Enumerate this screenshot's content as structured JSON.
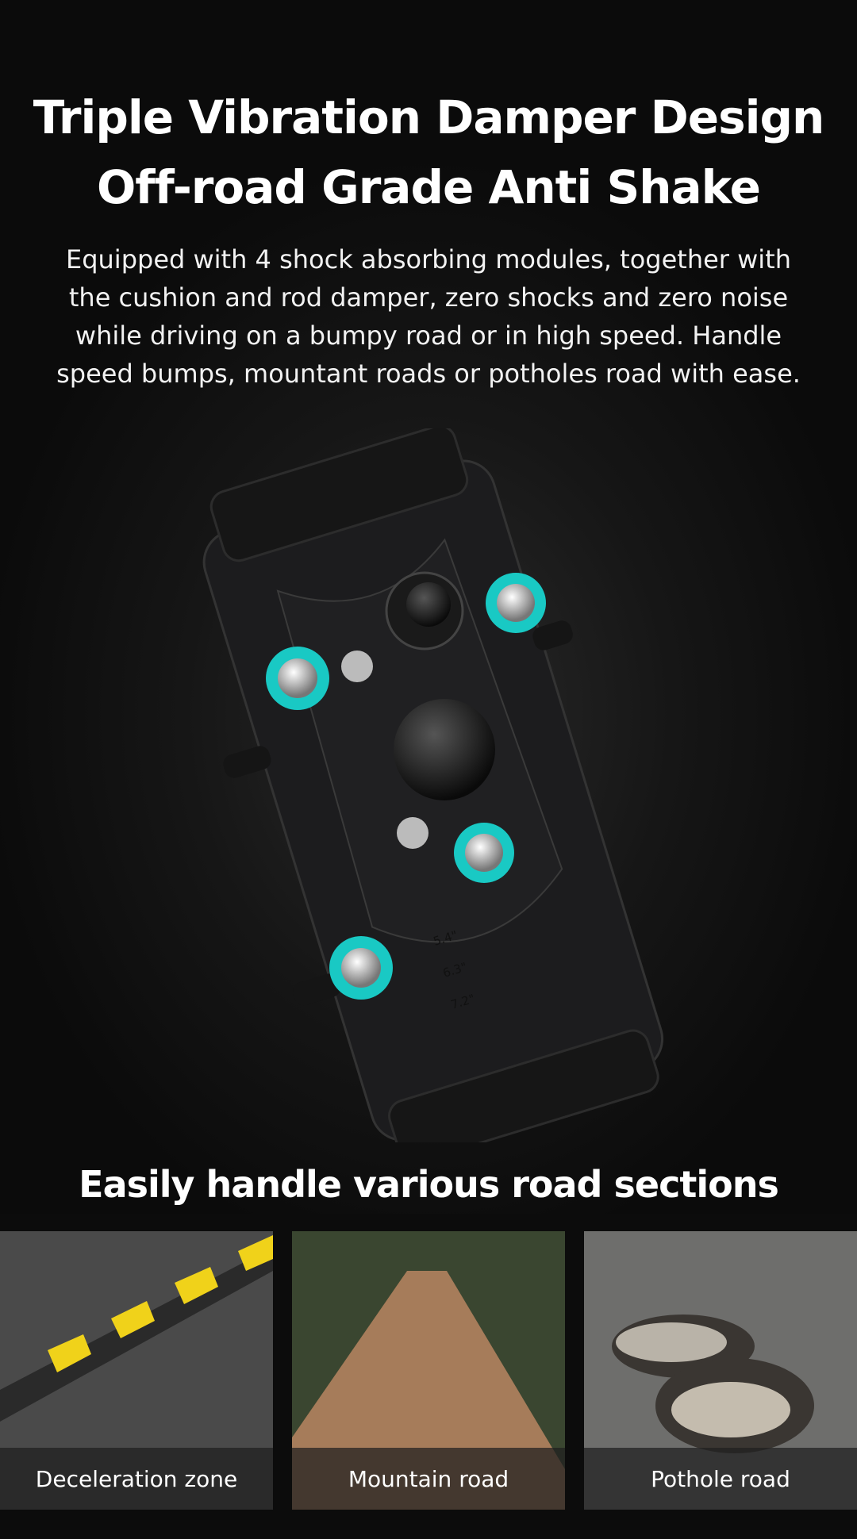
{
  "header": {
    "title_line1": "Triple Vibration Damper Design",
    "title_line2": "Off-road Grade Anti Shake",
    "description": "Equipped with 4 shock absorbing modules, together with the cushion and rod damper, zero shocks and zero noise while driving on a bumpy road or in high speed. Handle speed bumps, mountant roads or potholes road with ease."
  },
  "product": {
    "size_marks": [
      "5.4\"",
      "6.3\"",
      "7.2\""
    ],
    "accent": "#19c9c4"
  },
  "roads": {
    "heading": "Easily handle various road sections",
    "items": [
      {
        "label": "Deceleration zone"
      },
      {
        "label": "Mountain road"
      },
      {
        "label": "Pothole road"
      }
    ]
  }
}
